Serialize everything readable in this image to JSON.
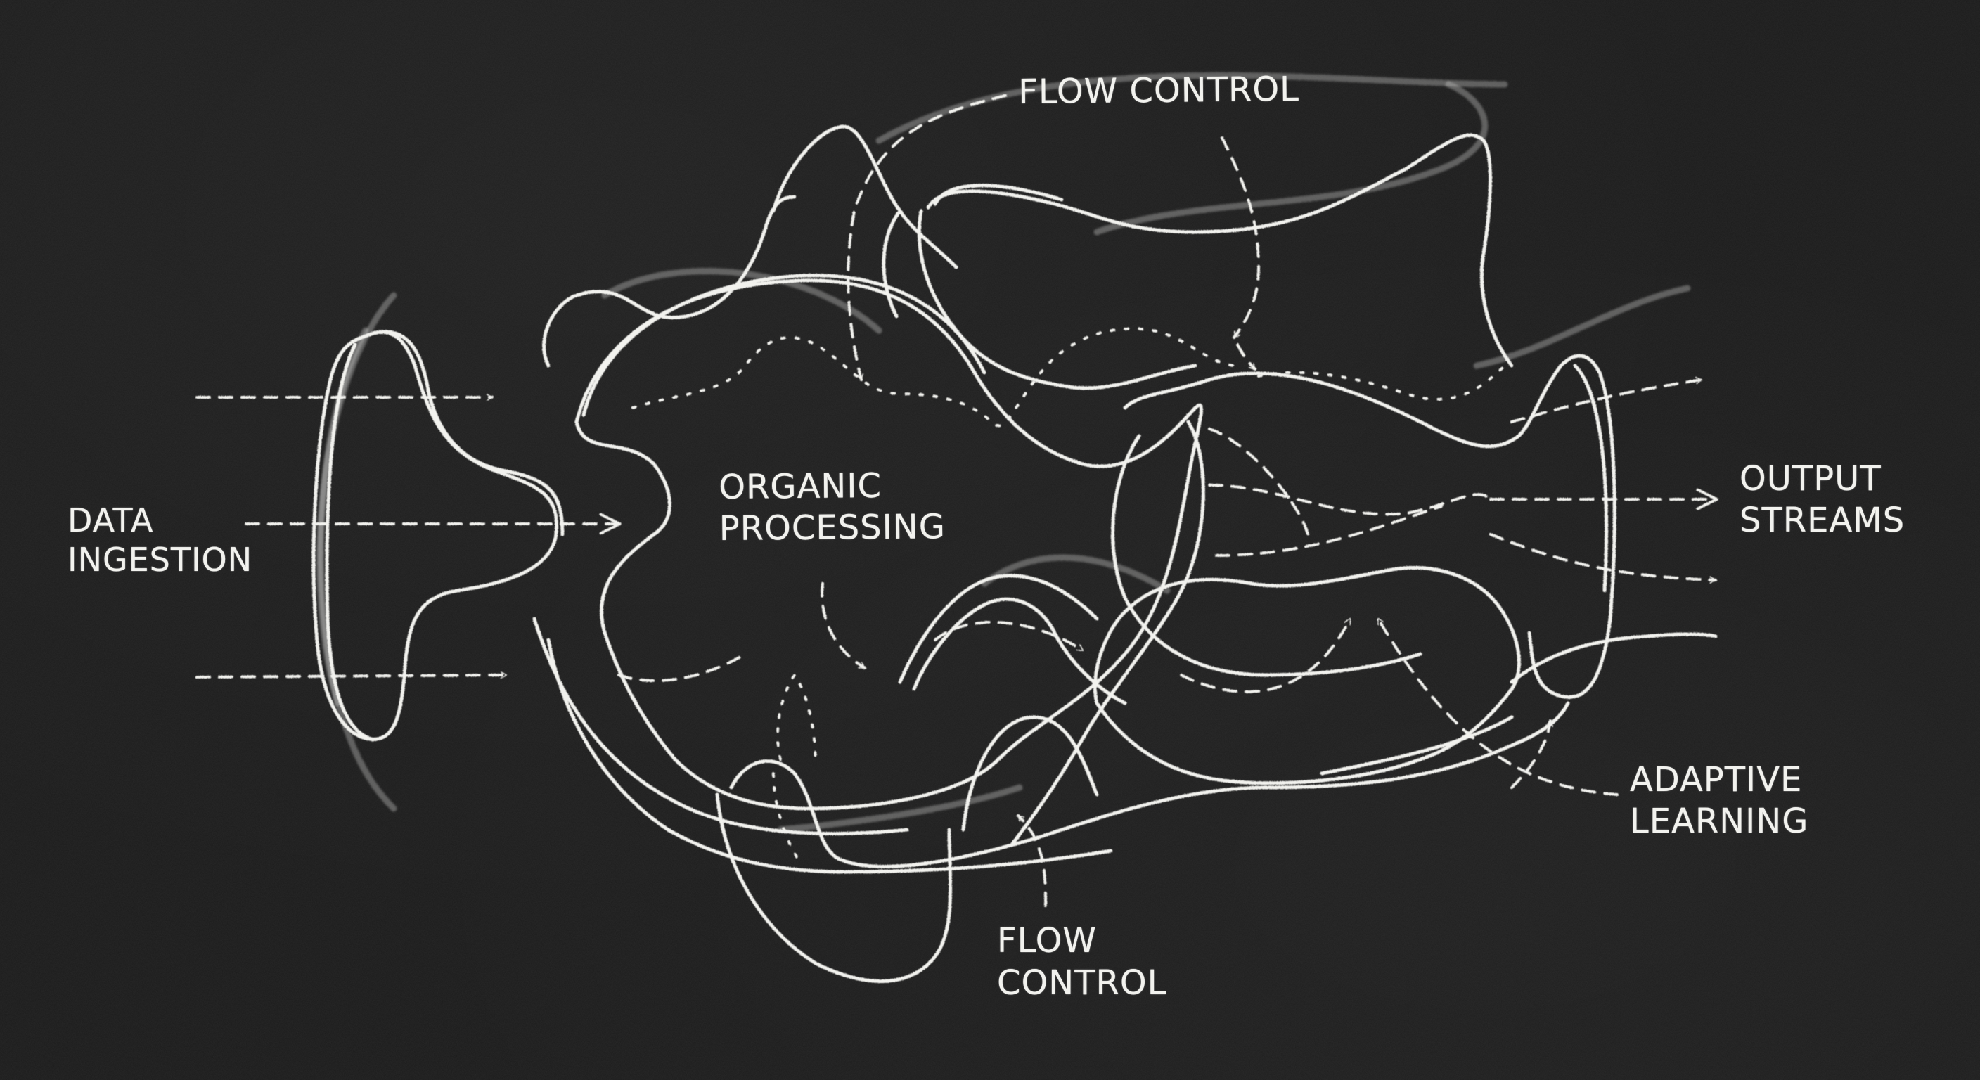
{
  "diagram": {
    "background_color": "#1b1b1b",
    "chalk_color": "#f2f2ee",
    "style": "white chalk sketch on blackboard",
    "labels": {
      "flow_control_top": "FLOW CONTROL",
      "data_ingestion": [
        "DATA",
        "INGESTION"
      ],
      "organic_processing": [
        "ORGANIC",
        "PROCESSING"
      ],
      "output_streams": [
        "OUTPUT",
        "STREAMS"
      ],
      "adaptive_learning": [
        "ADAPTIVE",
        "LEARNING"
      ],
      "flow_control_bottom": [
        "FLOW",
        "CONTROL"
      ]
    },
    "flows": [
      {
        "from": "data_ingestion",
        "to": "organic_processing",
        "style": "dashed-arrow",
        "count": 3
      },
      {
        "from": "organic_processing",
        "to": "output_streams",
        "style": "dashed-arrow",
        "count": 3
      },
      {
        "from": "flow_control_top",
        "to": "organic_processing",
        "style": "dashed-arrow",
        "count": 2
      },
      {
        "from": "flow_control_bottom",
        "to": "organic_processing",
        "style": "dashed-arrow",
        "count": 1
      },
      {
        "from": "adaptive_learning",
        "to": "organic_processing",
        "style": "dashed-arrow",
        "count": 2
      }
    ]
  }
}
